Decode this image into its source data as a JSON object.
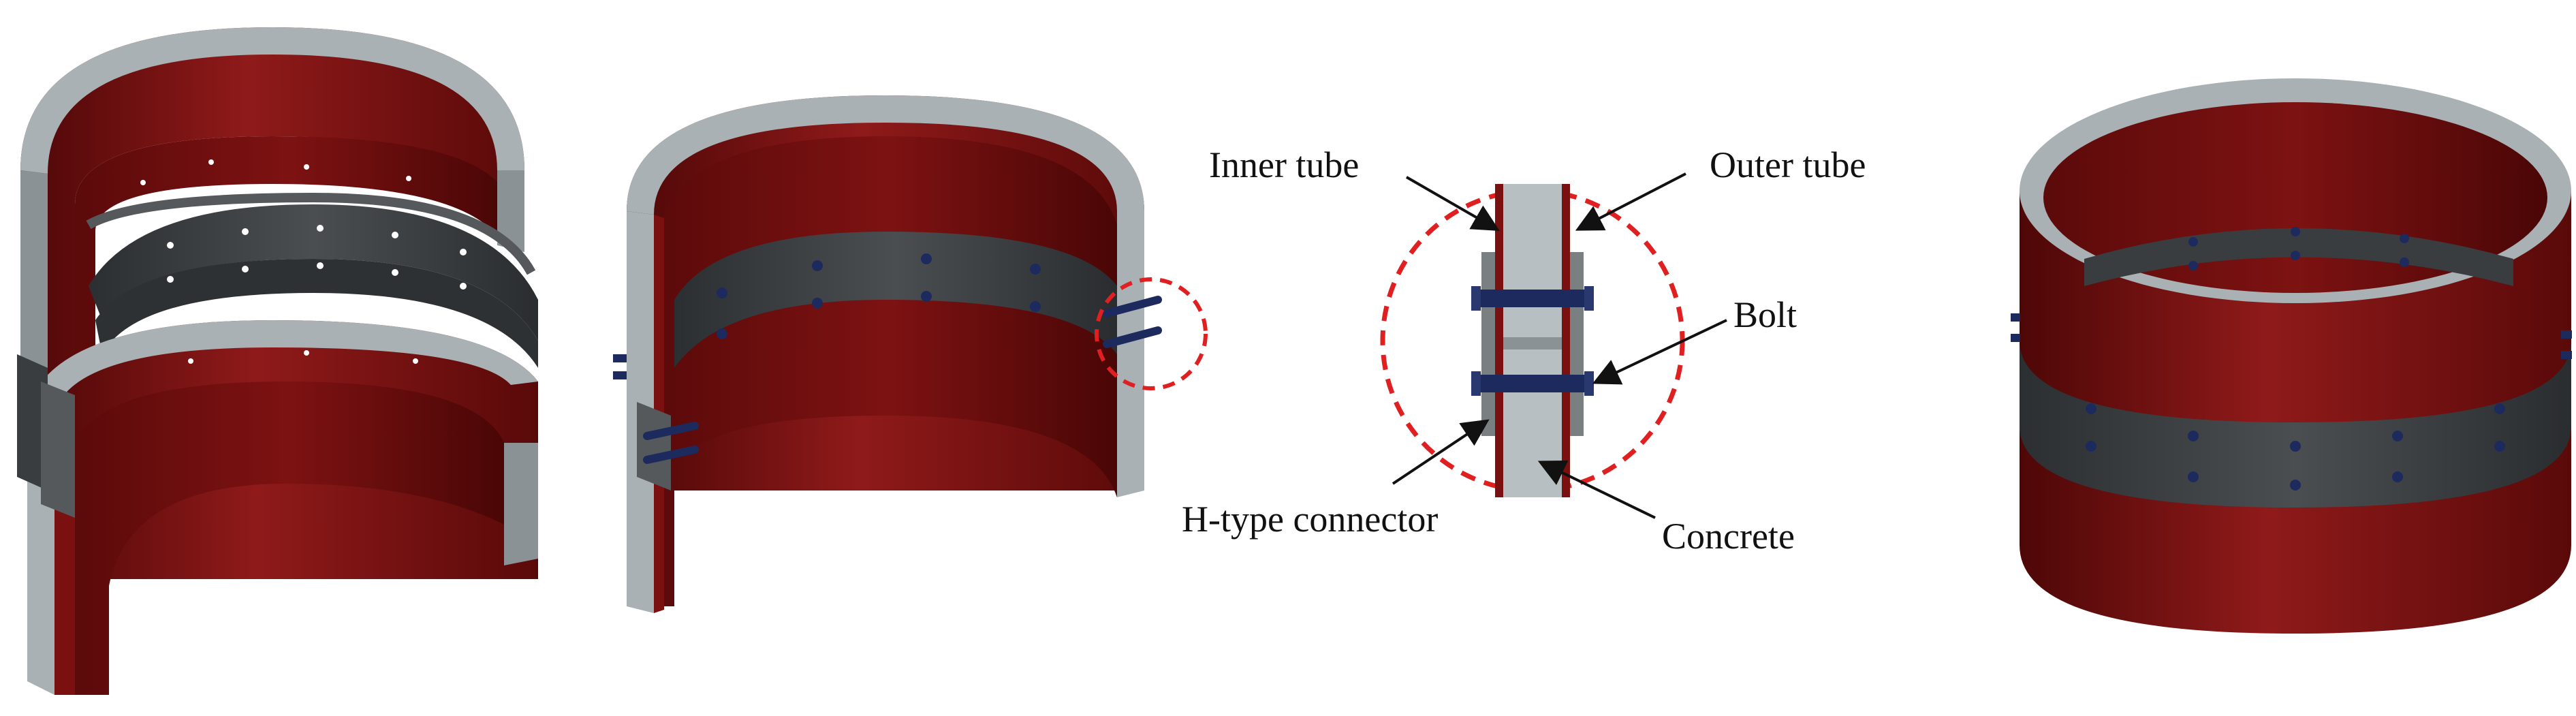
{
  "labels": {
    "inner_tube": "Inner tube",
    "outer_tube": "Outer tube",
    "bolt": "Bolt",
    "h_type_connector": "H-type connector",
    "concrete": "Concrete"
  },
  "colors": {
    "tube_red": "#7a1010",
    "tube_red_dark": "#4e0707",
    "tube_red_light": "#9a2020",
    "rim_gray": "#a9b1b4",
    "rim_gray_dark": "#8a9295",
    "connector_dark": "#3a3d40",
    "connector_mid": "#55595c",
    "bolt_blue": "#1c2a5e",
    "detail_circle": "#e02020",
    "concrete_fill": "#b7bfc2"
  },
  "icons": {
    "pointer": "arrow-icon"
  }
}
